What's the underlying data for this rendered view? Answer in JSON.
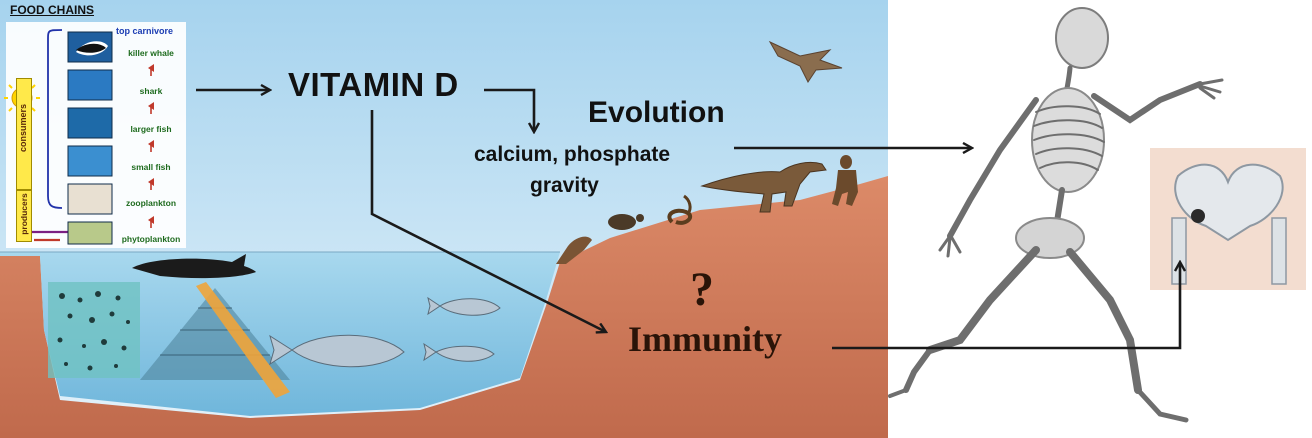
{
  "food_chain": {
    "title": "FOOD CHAINS",
    "top_label": "top carnivore",
    "consumers_label": "consumers",
    "producers_label": "producers",
    "levels": [
      "killer whale",
      "shark",
      "larger fish",
      "small fish",
      "zooplankton",
      "phytoplankton"
    ]
  },
  "labels": {
    "vitamin": "VITAMIN D",
    "evolution": "Evolution",
    "calcium": "calcium, phosphate",
    "gravity": "gravity",
    "question": "?",
    "immunity": "Immunity"
  },
  "colors": {
    "sky_top": "#9fd0ec",
    "sky_bottom": "#ddeef8",
    "water": "#8cc8e4",
    "ground": "#d4785a",
    "arrow": "#1a1a1a",
    "growth_arrow": "#c0392b",
    "food_chain_label": "#1e6b1e",
    "top_carnivore_label": "#1c3db3"
  },
  "icons": [
    "sun-icon",
    "bird-icon",
    "dinosaur-icon",
    "turtle-icon",
    "frog-icon",
    "snake-icon",
    "primate-icon",
    "fish-icon",
    "shark-icon",
    "skeleton-icon",
    "pelvis-icon",
    "plankton-icon"
  ]
}
